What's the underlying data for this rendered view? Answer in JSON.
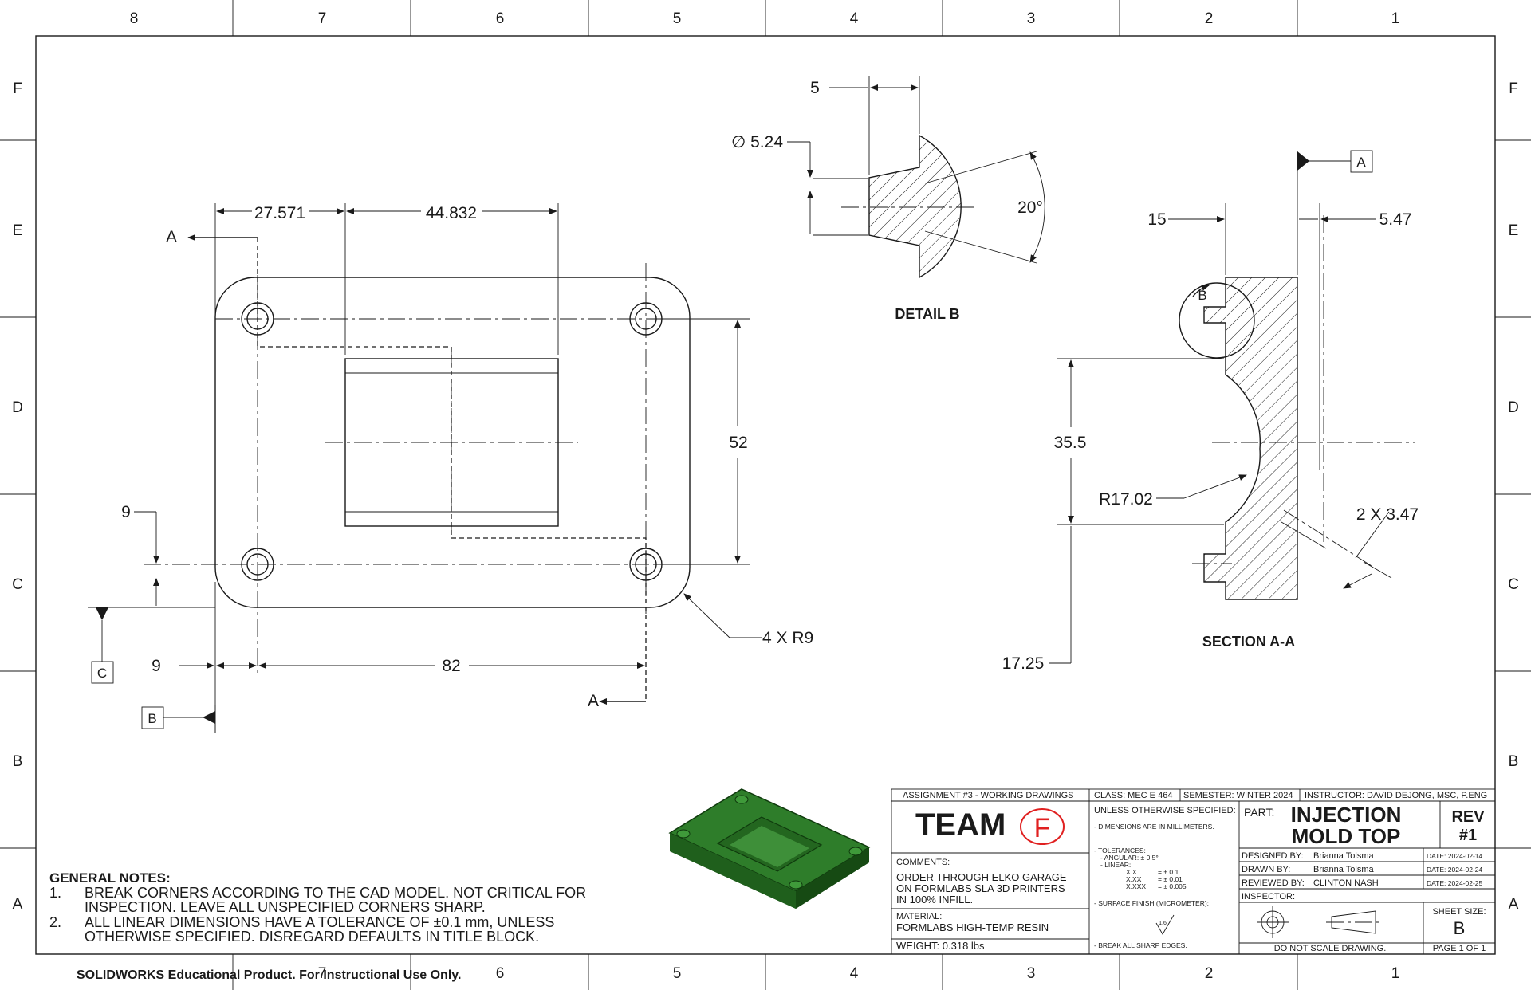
{
  "zone_columns": [
    "8",
    "7",
    "6",
    "5",
    "4",
    "3",
    "2",
    "1"
  ],
  "zone_rows": [
    "F",
    "E",
    "D",
    "C",
    "B",
    "A"
  ],
  "main_view": {
    "dims": {
      "width_a": "27.571",
      "width_b": "44.832",
      "height": "52",
      "hole_spacing": "82",
      "offset_x": "9",
      "offset_y": "9",
      "corner_radius": "4 X R9"
    },
    "section_arrow": "A",
    "datum_b": "B",
    "datum_c": "C"
  },
  "detail_b": {
    "title": "DETAIL B",
    "dims": {
      "width": "5",
      "diameter": "∅ 5.24",
      "angle": "20°"
    }
  },
  "section_aa": {
    "title": "SECTION A-A",
    "datum_a": "A",
    "detail_callout": "B",
    "dims": {
      "depth": "15",
      "thickness": "5.47",
      "span": "35.5",
      "radius": "R17.02",
      "holes": "2 X 3.47",
      "bottom": "17.25"
    }
  },
  "notes": {
    "title": "GENERAL NOTES:",
    "items": [
      {
        "num": "1.",
        "line1": "BREAK CORNERS ACCORDING TO THE CAD MODEL. NOT CRITICAL FOR",
        "line2": "INSPECTION. LEAVE ALL UNSPECIFIED CORNERS SHARP."
      },
      {
        "num": "2.",
        "line1": "ALL LINEAR DIMENSIONS HAVE A TOLERANCE OF ±0.1 mm, UNLESS",
        "line2": "OTHERWISE SPECIFIED. DISREGARD DEFAULTS IN TITLE BLOCK."
      }
    ]
  },
  "watermark": "SOLIDWORKS Educational Product. For Instructional Use Only.",
  "title_block": {
    "assignment": "ASSIGNMENT #3 - WORKING DRAWINGS",
    "class": "CLASS: MEC E 464",
    "semester": "SEMESTER: WINTER 2024",
    "instructor": "INSTRUCTOR: DAVID DEJONG, MSC, P.ENG",
    "team": "TEAM",
    "team_mark": "F",
    "comments_label": "COMMENTS:",
    "comments_lines": [
      "ORDER THROUGH ELKO GARAGE",
      "ON FORMLABS SLA 3D PRINTERS",
      "IN 100% INFILL."
    ],
    "material_label": "MATERIAL:",
    "material": "FORMLABS HIGH-TEMP RESIN",
    "weight": "WEIGHT:  0.318 lbs",
    "unless": "UNLESS OTHERWISE SPECIFIED:",
    "dims_mm": "- DIMENSIONS ARE IN MILLIMETERS.",
    "tolerances": "- TOLERANCES:",
    "angular": "- ANGULAR: ± 0.5°",
    "linear": "- LINEAR:",
    "tol_rows": [
      {
        "k": "X.X",
        "v": "= ± 0.1"
      },
      {
        "k": "X.XX",
        "v": "= ± 0.01"
      },
      {
        "k": "X.XXX",
        "v": "= ± 0.005"
      }
    ],
    "surface": "- SURFACE FINISH (MICROMETER):",
    "surface_value": "1.6",
    "break_edges": "- BREAK ALL SHARP EDGES.",
    "part_label": "PART:",
    "part_line1": "INJECTION",
    "part_line2": "MOLD TOP",
    "rev_label": "REV",
    "rev": "#1",
    "designed_label": "DESIGNED BY:",
    "designed_by": "Brianna Tolsma",
    "designed_date": "DATE: 2024-02-14",
    "drawn_label": "DRAWN BY:",
    "drawn_by": "Brianna Tolsma",
    "drawn_date": "DATE: 2024-02-24",
    "reviewed_label": "REVIEWED BY:",
    "reviewed_by": "CLINTON NASH",
    "reviewed_date": "DATE: 2024-02-25",
    "inspector_label": "INSPECTOR:",
    "sheet_size_label": "SHEET SIZE:",
    "sheet_size": "B",
    "do_not_scale": "DO NOT SCALE DRAWING.",
    "page": "PAGE 1 OF 1"
  }
}
